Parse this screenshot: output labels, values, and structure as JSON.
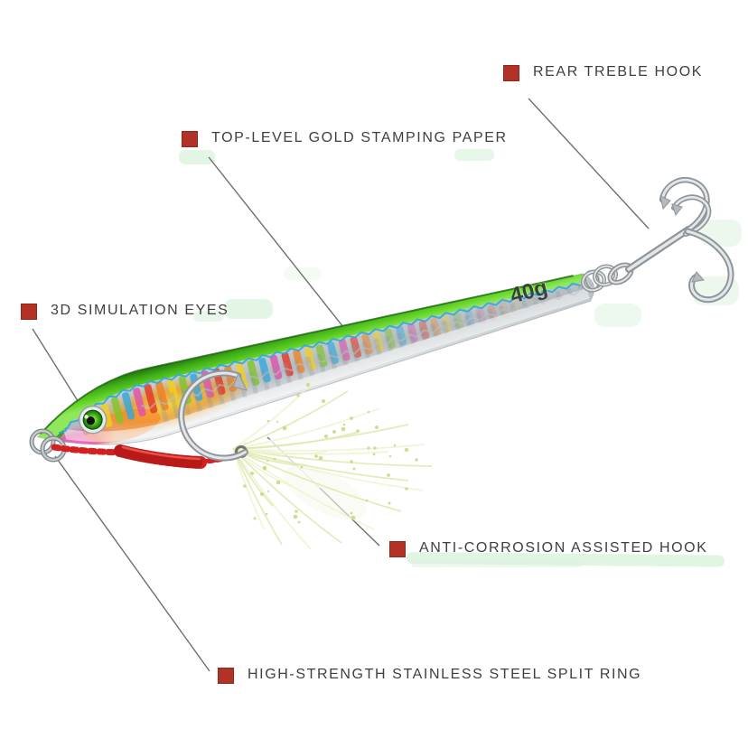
{
  "image_title": "Fishing jig lure feature diagram",
  "product": {
    "weight_label": "40g"
  },
  "callouts": {
    "rear_treble_hook": {
      "label": "REAR TREBLE HOOK"
    },
    "gold_stamping": {
      "label": "TOP-LEVEL GOLD STAMPING PAPER"
    },
    "eyes": {
      "label": "3D SIMULATION EYES"
    },
    "assist_hook": {
      "label": "ANTI-CORROSION ASSISTED HOOK"
    },
    "split_ring": {
      "label": "HIGH-STRENGTH STAINLESS STEEL SPLIT RING"
    }
  },
  "colors": {
    "marker_square": "#b23227",
    "label_text": "#3f3f3f",
    "leader_line": "#6f6f6f",
    "body_green": "#3fae17",
    "body_silver": "#c6ccd0",
    "braid_red": "#d42020",
    "highlight_artifact_green": "#dcf3de",
    "background": "#ffffff"
  }
}
